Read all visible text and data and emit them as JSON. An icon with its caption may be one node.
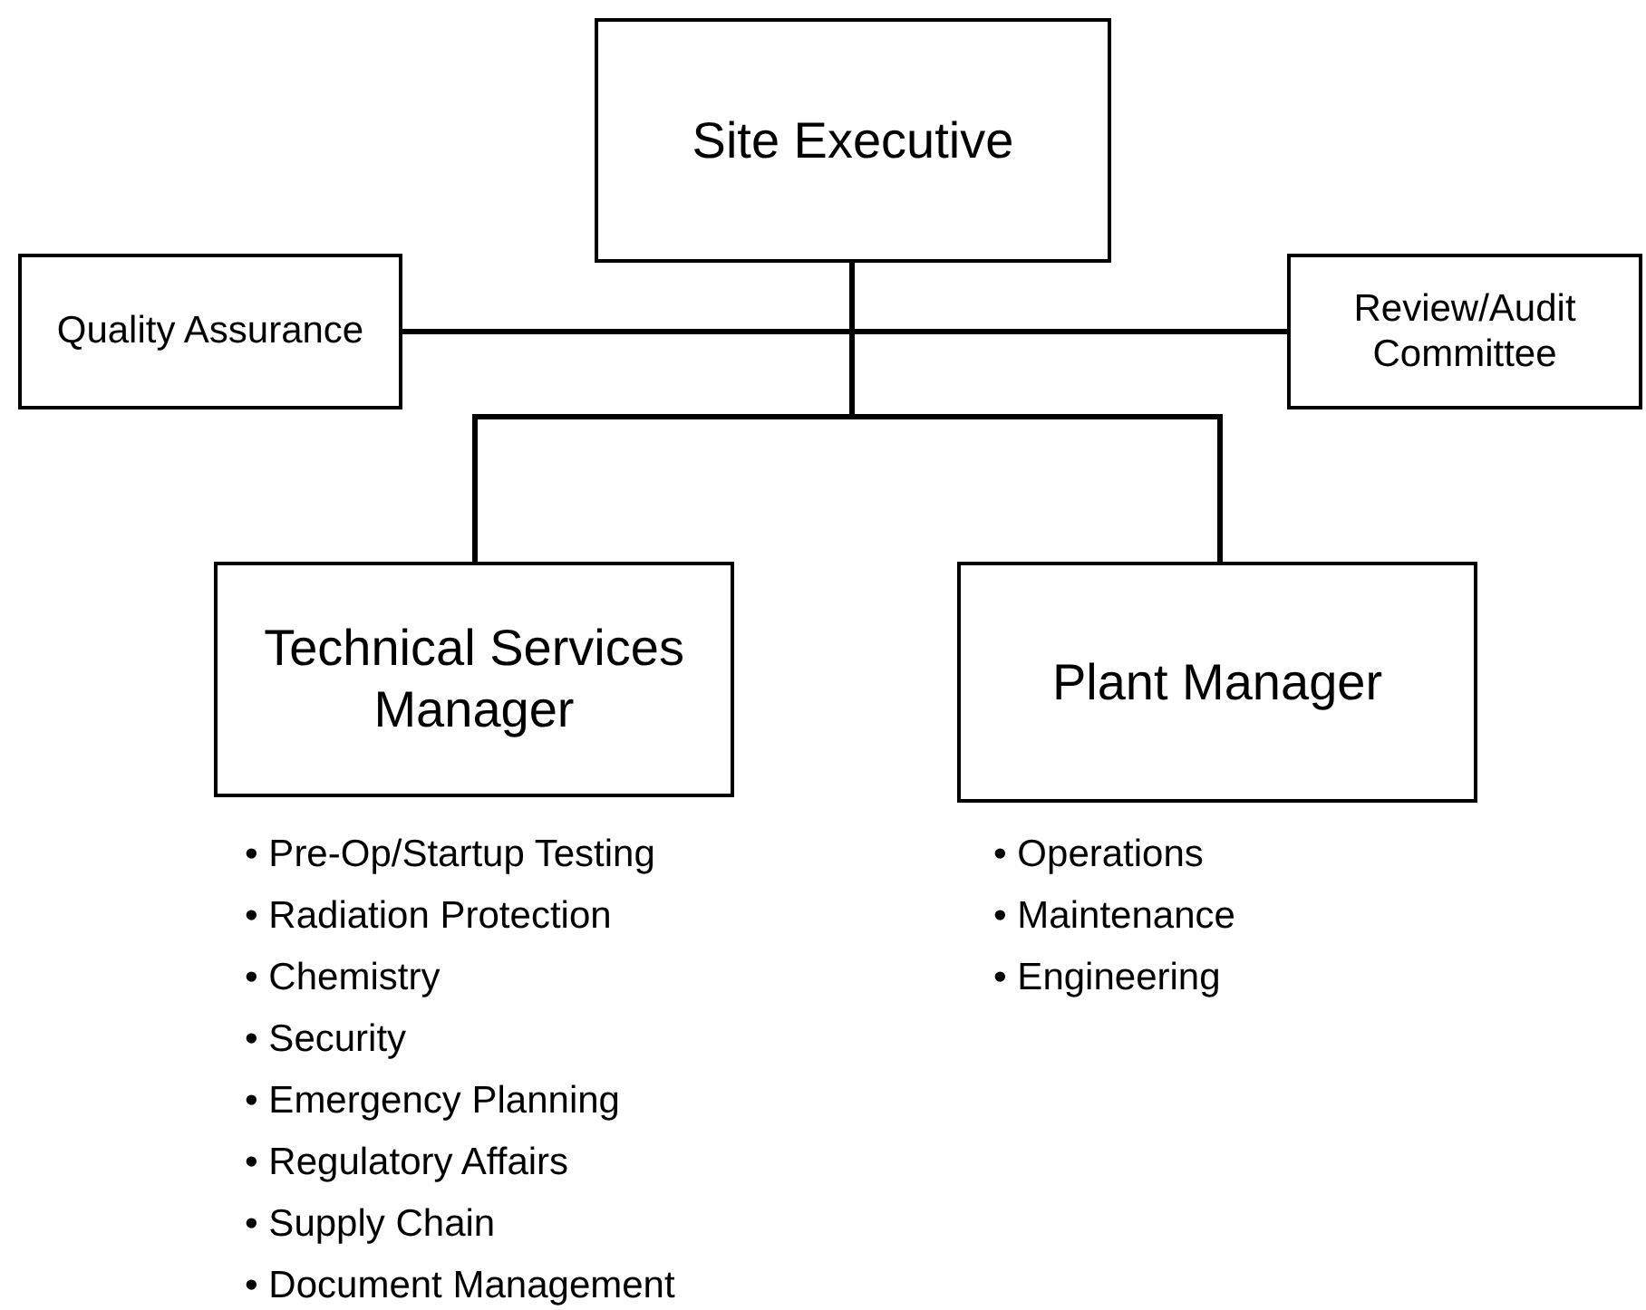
{
  "diagram": {
    "nodes": [
      {
        "text": [
          "Site Executive"
        ]
      },
      {
        "text": [
          "Quality Assurance"
        ]
      },
      {
        "text": [
          "Review/Audit Committee"
        ]
      },
      {
        "text": [
          "Technical Services Manager"
        ],
        "beside": [
          "• Pre-Op/Startup Testing",
          "• Radiation Protection",
          "• Chemistry",
          "• Security",
          "• Emergency Planning",
          "• Regulatory Affairs",
          "• Supply Chain",
          "• Document Management"
        ]
      },
      {
        "text": [
          "Plant Manager"
        ],
        "beside": [
          "• Operations",
          "• Maintenance",
          "• Engineering"
        ]
      }
    ],
    "edges": [
      {
        "from": 0,
        "to": 1,
        "arrow": "none"
      },
      {
        "from": 0,
        "to": 2,
        "arrow": "none"
      },
      {
        "from": 0,
        "to": 3,
        "arrow": "none"
      },
      {
        "from": 0,
        "to": 4,
        "arrow": "none"
      }
    ]
  }
}
